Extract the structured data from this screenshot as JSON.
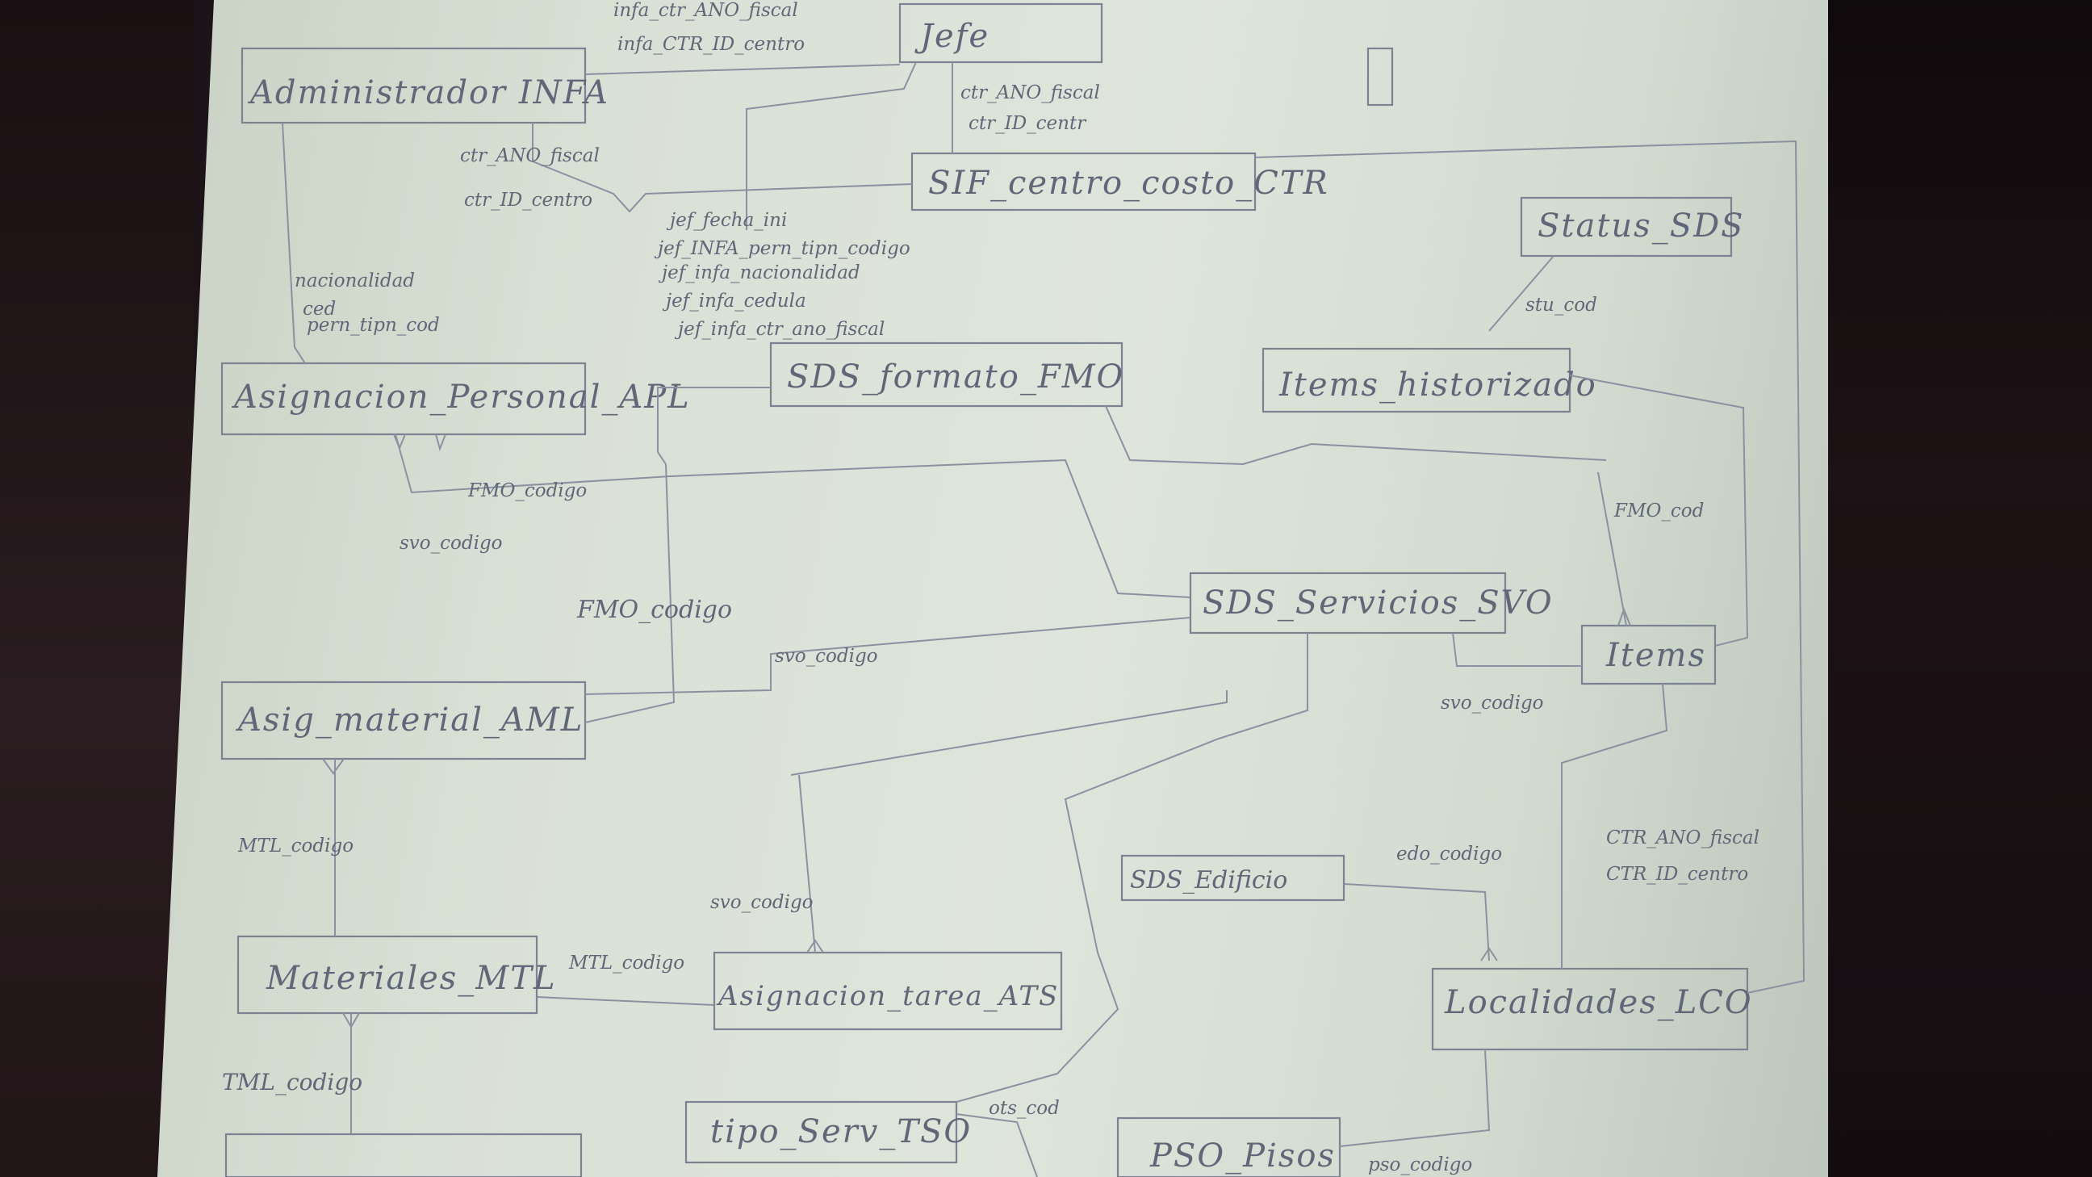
{
  "page": {
    "description_colors": {
      "paper": "#dbe2d7",
      "pencil": "#7b8393",
      "background": "#1c1418"
    }
  },
  "entities": {
    "jefe": "Jefe",
    "administrador": "Administrador INFA",
    "sif_centro": "SIF_centro_costo_CTR",
    "status": "Status_SDS",
    "sds_formato": "SDS_formato_FMO",
    "items_historial": "Items_historizado",
    "asignacion_personal": "Asignacion_Personal_APL",
    "sds_servicios": "SDS_Servicios_SVO",
    "items": "Items",
    "asig_material": "Asig_material_AML",
    "sds_edificio": "SDS_Edificio",
    "materiales": "Materiales_MTL",
    "asignacion_tarea": "Asignacion_tarea_ATS",
    "localidades": "Localidades_LCO",
    "tipo_serv": "tipo_Serv_TSO",
    "pso_pisos": "PSO_Pisos"
  },
  "labels": {
    "l1": "infa_ctr_ANO_fiscal",
    "l2": "infa_CTR_ID_centro",
    "l3": "ctr_ANO_fiscal",
    "l4": "ctr_ID_centr",
    "l5": "ctr_ANO_fiscal",
    "l6": "ctr_ID_centro",
    "l7": "jef_fecha_ini",
    "l8": "jef_INFA_pern_tipn_codigo",
    "l9": "jef_infa_nacionalidad",
    "l10": "jef_infa_cedula",
    "l11": "jef_infa_ctr_ano_fiscal",
    "l12": "nacionalidad",
    "l13": "ced",
    "l14": "pern_tipn_cod",
    "l15": "stu_cod",
    "l16": "FMO_codigo",
    "l17": "svo_codigo",
    "l18": "FMO_codigo",
    "l19": "svo_codigo",
    "l20": "FMO_cod",
    "l21": "svo_codigo",
    "l22": "MTL_codigo",
    "l23": "edo_codigo",
    "l24": "CTR_ANO_fiscal",
    "l25": "CTR_ID_centro",
    "l26": "svo_codigo",
    "l27": "MTL_codigo",
    "l28": "TML_codigo",
    "l29": "ots_cod",
    "l30": "pso_codigo"
  }
}
